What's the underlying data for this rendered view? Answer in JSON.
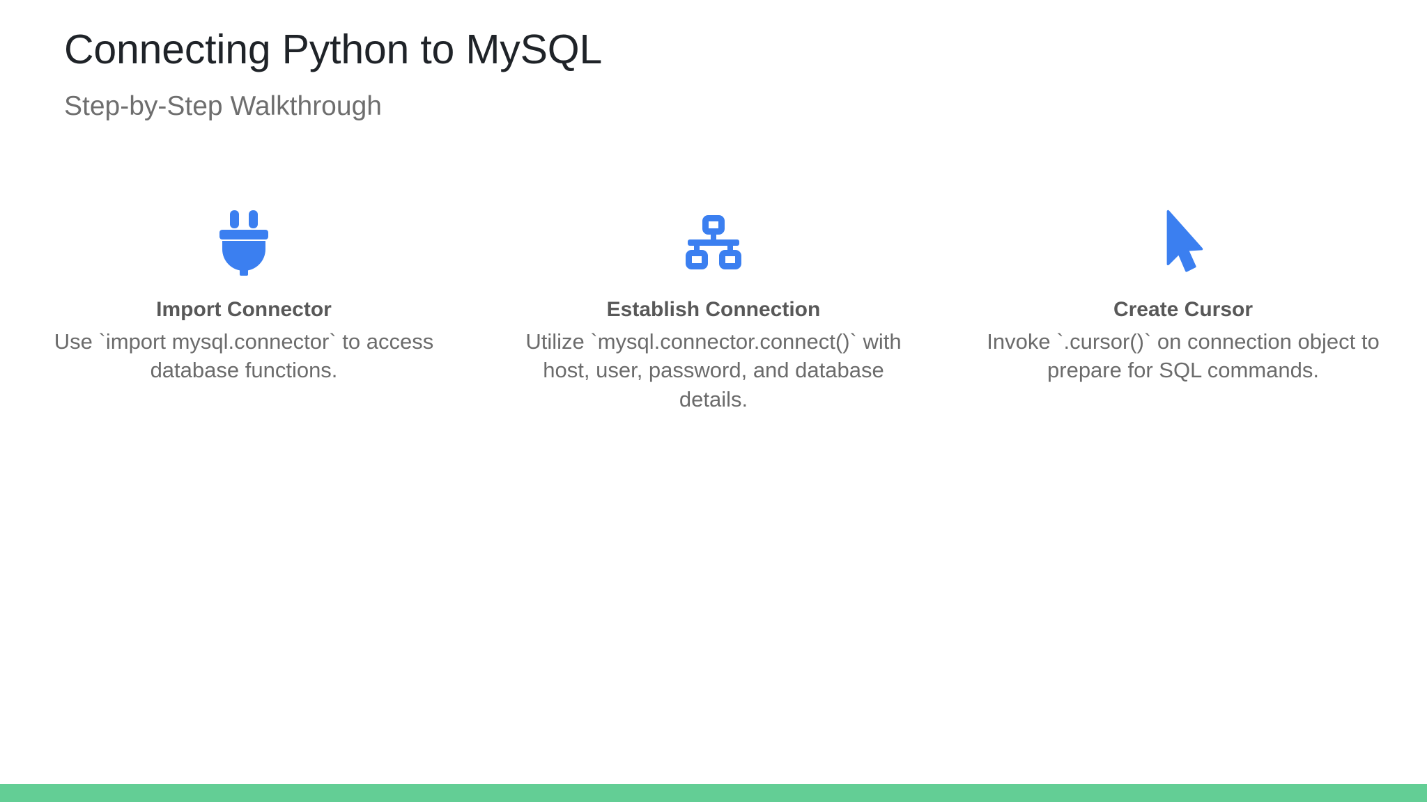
{
  "slide": {
    "title": "Connecting Python to MySQL",
    "subtitle": "Step-by-Step Walkthrough",
    "background_color": "#ffffff",
    "accent_color": "#3b7ff0",
    "footer_bar_color": "#63ce95",
    "title_color": "#1f2328",
    "subtitle_color": "#6e6e6e",
    "heading_color": "#585858",
    "body_color": "#6b6b6b"
  },
  "columns": [
    {
      "icon": "plug-icon",
      "heading": "Import Connector",
      "body": "Use `import mysql.connector` to access database functions."
    },
    {
      "icon": "network-sitemap-icon",
      "heading": "Establish Connection",
      "body": "Utilize `mysql.connector.connect()` with host, user, password, and database details."
    },
    {
      "icon": "mouse-cursor-icon",
      "heading": "Create Cursor",
      "body": "Invoke `.cursor()` on connection object to prepare for SQL commands."
    }
  ]
}
